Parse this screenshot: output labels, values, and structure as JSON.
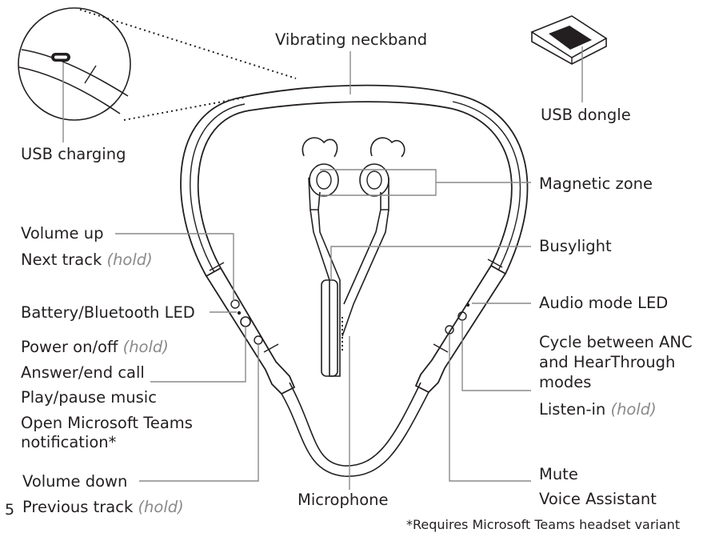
{
  "labels": {
    "vibrating_neckband": "Vibrating neckband",
    "usb_dongle": "USB dongle",
    "usb_charging": "USB charging",
    "magnetic_zone": "Magnetic zone",
    "volume_up": "Volume up",
    "next_track": "Next track",
    "busylight": "Busylight",
    "battery_led": "Battery/Bluetooth LED",
    "audio_mode_led": "Audio mode LED",
    "power": "Power on/off",
    "answer_end_call": "Answer/end call",
    "play_pause": "Play/pause music",
    "teams_line1": "Open Microsoft Teams",
    "teams_line2": "notification*",
    "cycle_line1": "Cycle between ANC",
    "cycle_line2": "and HearThrough",
    "cycle_line3": "modes",
    "listen_in": "Listen-in",
    "volume_down": "Volume down",
    "previous_track": "Previous track",
    "microphone": "Microphone",
    "mute": "Mute",
    "voice_assistant": "Voice Assistant",
    "hold": "(hold)"
  },
  "footnote": "*Requires Microsoft Teams headset variant",
  "page_number": "5",
  "colors": {
    "ink": "#231f20",
    "hold_text": "#8a8a8a",
    "background": "#ffffff"
  }
}
